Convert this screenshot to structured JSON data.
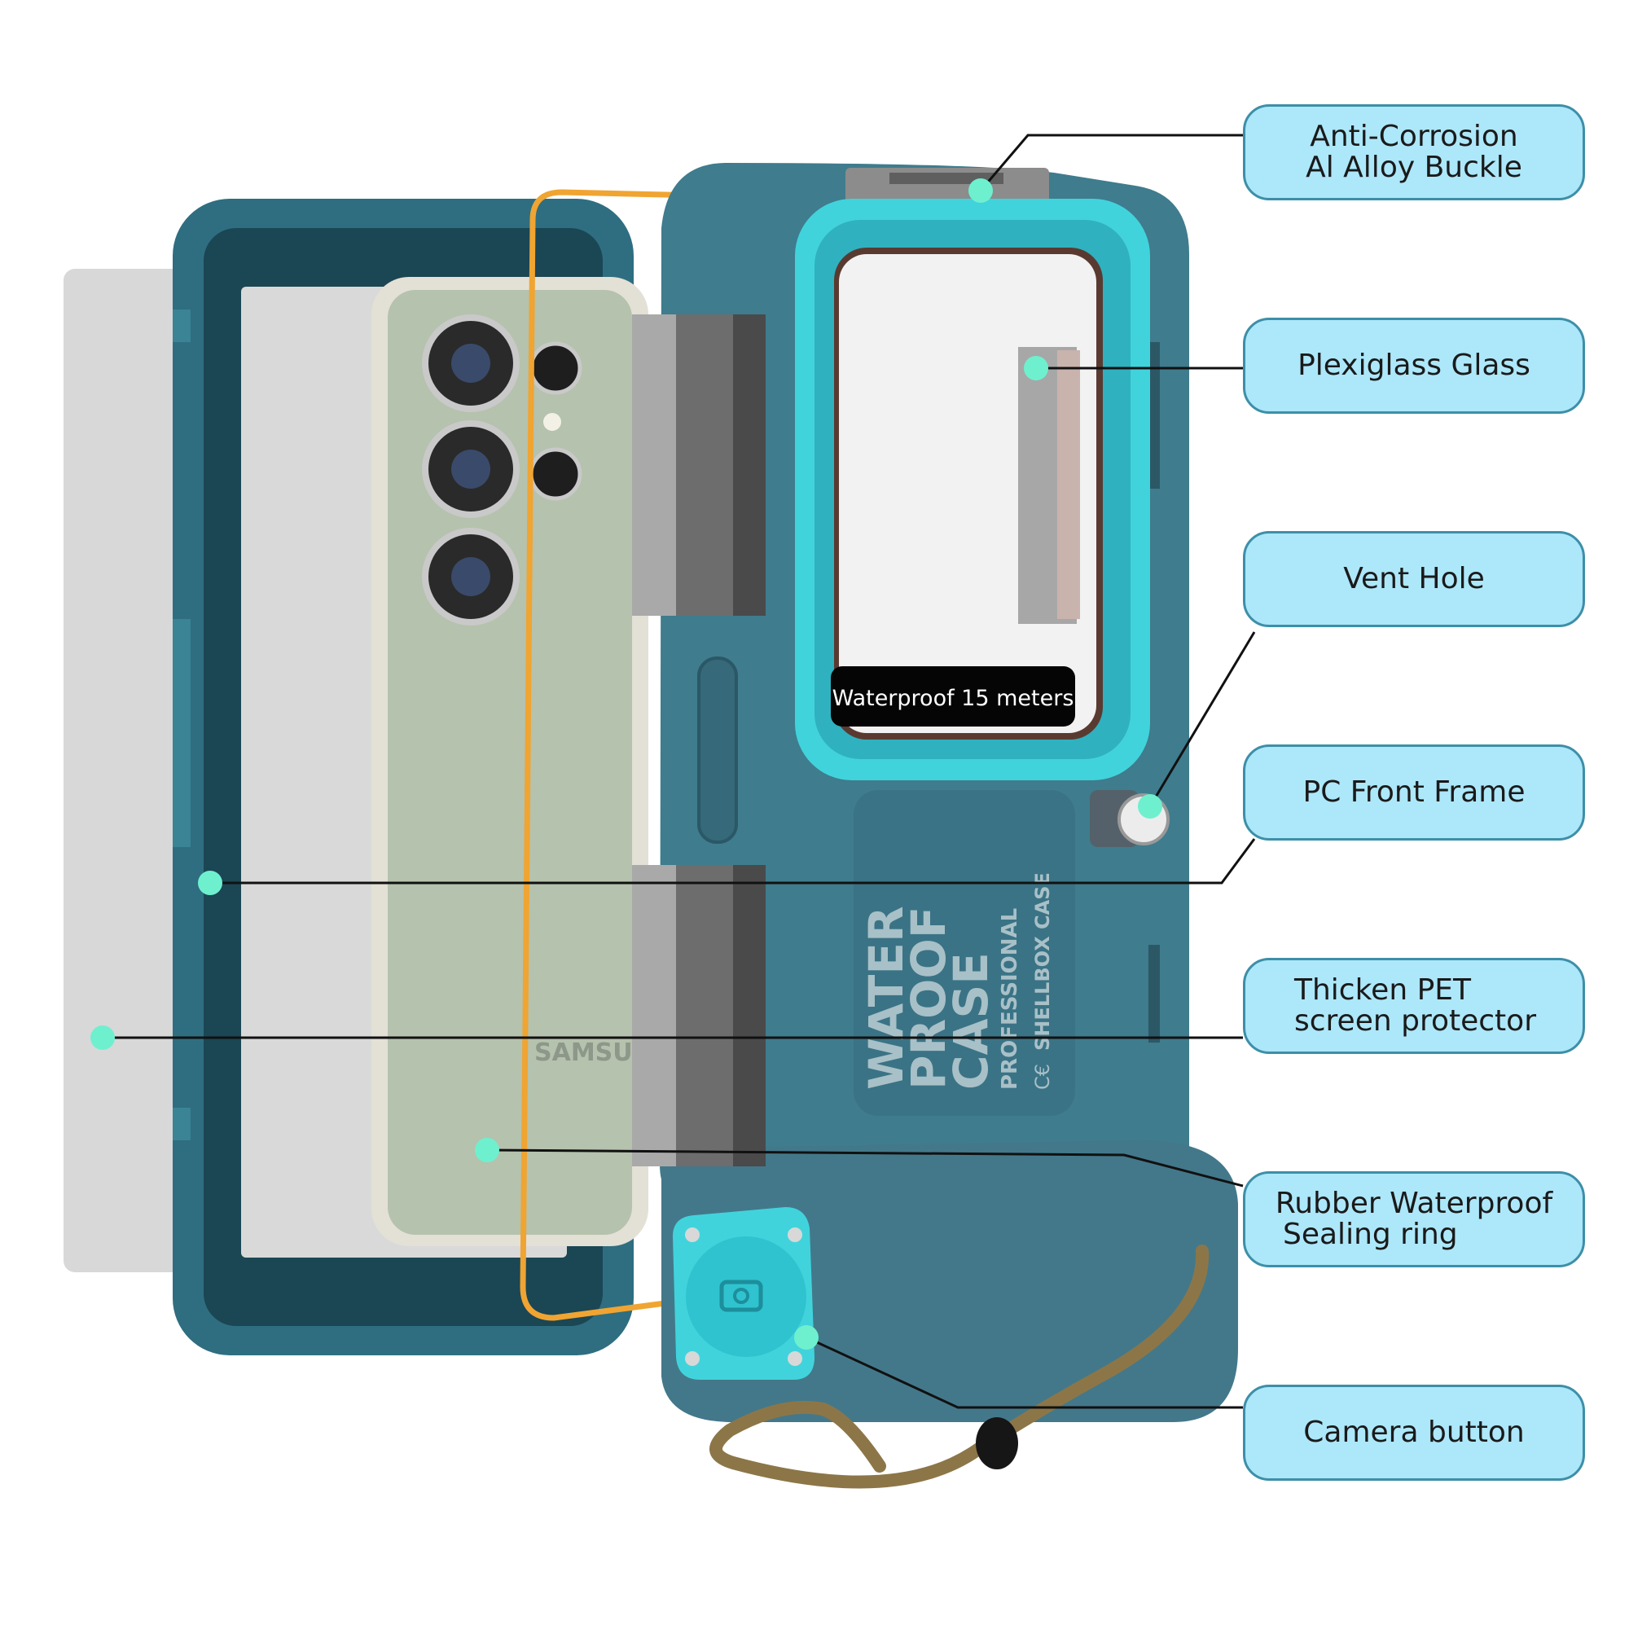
{
  "colors": {
    "case_teal": "#3f7c8d",
    "case_dark": "#2a5e6d",
    "accent_cyan": "#41d3dc",
    "callout_fill": "#ade7fa",
    "dot": "#6ef0cf",
    "outline_orange": "#f0a431",
    "strap": "#8c7648"
  },
  "badge": {
    "text": "Waterproof 15 meters"
  },
  "case_print": {
    "logo_lines": [
      "WATER",
      "PROOF",
      "CASE"
    ],
    "professional": "PROFESSIONAL",
    "brand": "SHELLBOX CASE",
    "ce_mark": "C€"
  },
  "phone": {
    "brand": "SAMSUNG"
  },
  "callouts": [
    {
      "id": "buckle",
      "lines": [
        "Anti-Corrosion",
        "Al Alloy Buckle"
      ]
    },
    {
      "id": "glass",
      "lines": [
        "Plexiglass Glass"
      ]
    },
    {
      "id": "vent",
      "lines": [
        "Vent Hole"
      ]
    },
    {
      "id": "frame",
      "lines": [
        "PC Front Frame"
      ]
    },
    {
      "id": "pet",
      "lines": [
        "Thicken PET",
        "screen protector"
      ]
    },
    {
      "id": "ring",
      "lines": [
        "Rubber Waterproof",
        "Sealing ring"
      ]
    },
    {
      "id": "camera",
      "lines": [
        "Camera button"
      ]
    }
  ]
}
